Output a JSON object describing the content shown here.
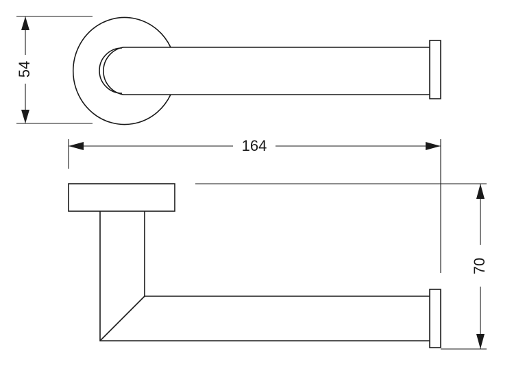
{
  "dimensions": {
    "height_top": "54",
    "length": "164",
    "height_side": "70"
  },
  "colors": {
    "line": "#1a1a1a",
    "background": "#ffffff"
  }
}
